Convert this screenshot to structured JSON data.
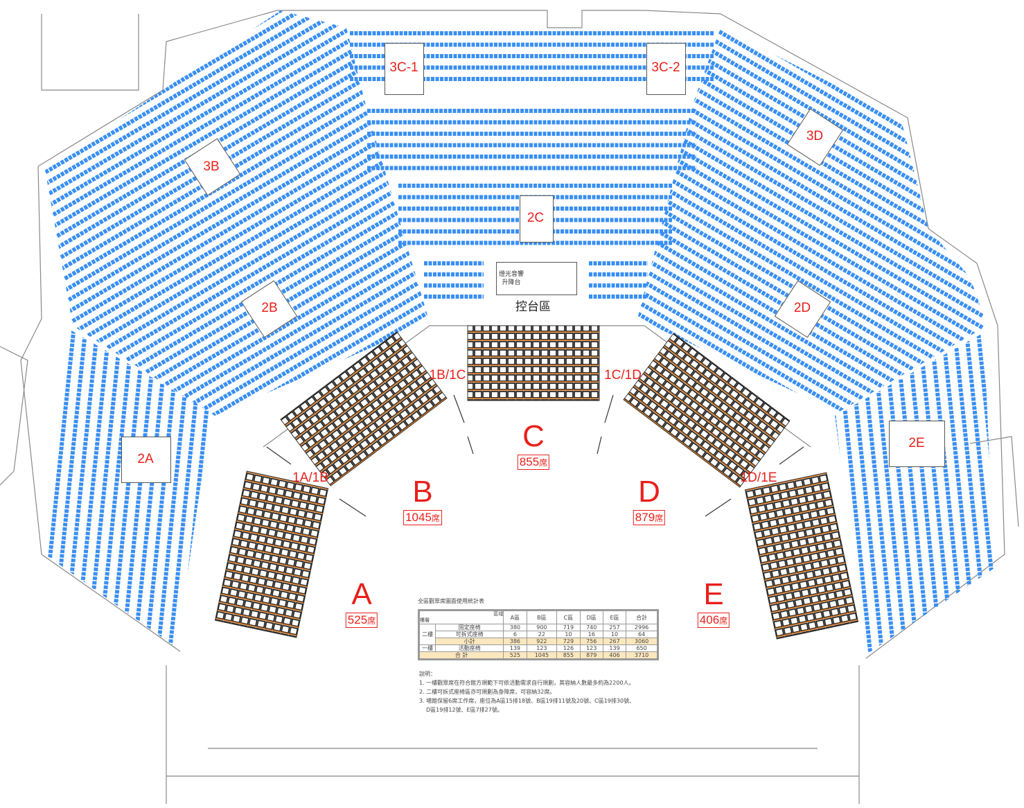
{
  "sections": {
    "3C-1": "3C-1",
    "3C-2": "3C-2",
    "3B": "3B",
    "3D": "3D",
    "2C": "2C",
    "2B": "2B",
    "2D": "2D",
    "2A": "2A",
    "2E": "2E"
  },
  "aisles": {
    "b_c": "1B/1C",
    "c_d": "1C/1D",
    "a_b": "1A/1B",
    "d_e": "1D/1E"
  },
  "control": {
    "lift": "燈光音響 升降台",
    "area": "控台區"
  },
  "zones": [
    {
      "name": "A",
      "count": "525",
      "unit": "席"
    },
    {
      "name": "B",
      "count": "1045",
      "unit": "席"
    },
    {
      "name": "C",
      "count": "855",
      "unit": "席"
    },
    {
      "name": "D",
      "count": "879",
      "unit": "席"
    },
    {
      "name": "E",
      "count": "406",
      "unit": "席"
    }
  ],
  "colors": {
    "seat_blue": "#3a8ff2",
    "label_red": "#e8201c",
    "floor_orange": "#e07b20",
    "highlight": "#fbe7bd"
  },
  "stats": {
    "title": "全區觀眾席圖面使用統計表",
    "corner_top": "區域",
    "corner_bottom": "樓層",
    "headers": [
      "A區",
      "B區",
      "C區",
      "D區",
      "E區",
      "合計"
    ],
    "floor2": "二樓",
    "floor1": "一樓",
    "rows": [
      {
        "label": "固定座椅",
        "values": [
          "380",
          "900",
          "719",
          "740",
          "257",
          "2996"
        ]
      },
      {
        "label": "可拆式座椅",
        "values": [
          "6",
          "22",
          "10",
          "16",
          "10",
          "64"
        ]
      },
      {
        "label": "小計",
        "values": [
          "386",
          "922",
          "729",
          "756",
          "267",
          "3060"
        ]
      },
      {
        "label": "活動座椅",
        "values": [
          "139",
          "123",
          "126",
          "123",
          "139",
          "650"
        ]
      }
    ],
    "total": {
      "label": "合 計",
      "values": [
        "525",
        "1045",
        "855",
        "879",
        "406",
        "3710"
      ]
    }
  },
  "notes": {
    "heading": "說明：",
    "items": [
      "1. 一樓觀眾席在符合館方規範下可依活動需求自行規劃，其容納人數最多約為2200人。",
      "2. 二樓可拆式座椅區亦可規劃為身障席，可容納32席。",
      "3. 場館保留6席工作席，座位為A區15排18號、B區19排11號及20號、C區19排30號、",
      "D區19排12號、E區7排27號。"
    ]
  }
}
